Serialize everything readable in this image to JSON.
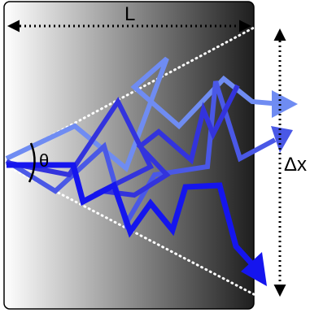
{
  "labels": {
    "length": "L",
    "angle": "θ",
    "spread": "Δx"
  },
  "colors": {
    "gradient_start": "#ffffff",
    "gradient_end": "#1e1e1e",
    "slab_border": "#000000",
    "cone_lines": "#ffffff",
    "dimension_arrows": "#000000",
    "paths": [
      "#6f8cf2",
      "#4a58e6",
      "#3333dd",
      "#1515ee"
    ]
  },
  "paths": [
    {
      "color_index": 0
    },
    {
      "color_index": 1
    },
    {
      "color_index": 2
    },
    {
      "color_index": 3
    }
  ]
}
